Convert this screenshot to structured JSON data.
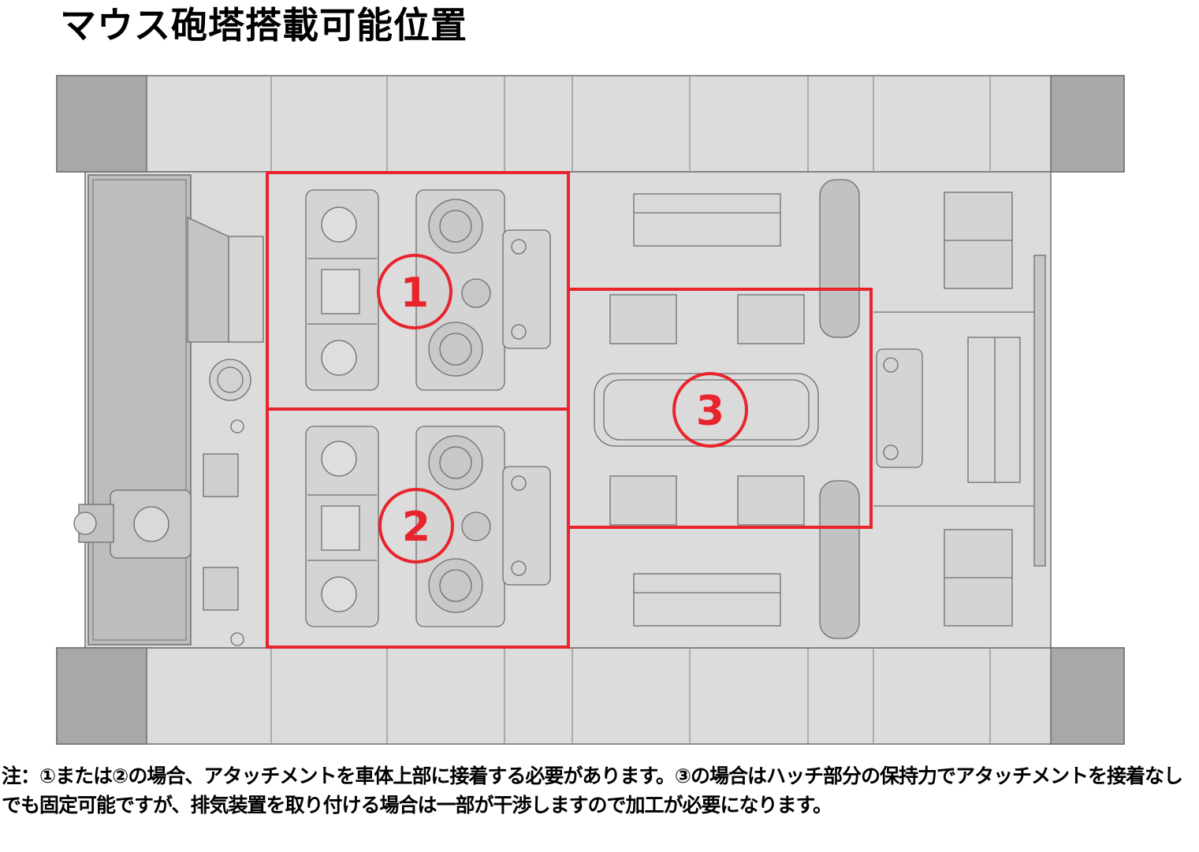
{
  "title": "マウス砲塔搭載可能位置",
  "zones": [
    {
      "label": "1",
      "color": "#e8242c"
    },
    {
      "label": "2",
      "color": "#e8242c"
    },
    {
      "label": "3",
      "color": "#e8242c"
    }
  ],
  "note": "注：①または②の場合、アタッチメントを車体上部に接着する必要があります。③の場合はハッチ部分の保持力でアタッチメントを接着なしでも固定可能ですが、排気装置を取り付ける場合は一部が干渉しますので加工が必要になります。",
  "colors": {
    "hull": "#dcdcdc",
    "track": "#a8a8a8",
    "line": "#6e6e6e",
    "highlight": "#e8242c"
  }
}
